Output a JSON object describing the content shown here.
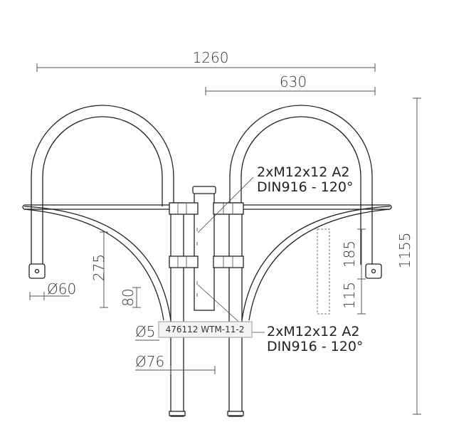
{
  "dimensions": {
    "overall_width": "1260",
    "half_width": "630",
    "overall_height": "1155",
    "arm_drop": "275",
    "bracket_gap": "80",
    "tube_diameter": "Ø60",
    "post_diameter_small": "Ø5",
    "post_diameter": "Ø76",
    "lamp_length": "185",
    "lamp_offset": "115"
  },
  "notes": {
    "upper_screw_line1": "2xM12x12 A2",
    "upper_screw_line2": "DIN916 - 120°",
    "lower_screw_line1": "2xM12x12 A2",
    "lower_screw_line2": "DIN916 - 120°"
  },
  "tag": {
    "label": "476112 WTM-11-2"
  },
  "colors": {
    "line": "#222222",
    "dimension": "#555555",
    "tag_border": "#999999",
    "tag_fill": "#f4f4f4"
  }
}
